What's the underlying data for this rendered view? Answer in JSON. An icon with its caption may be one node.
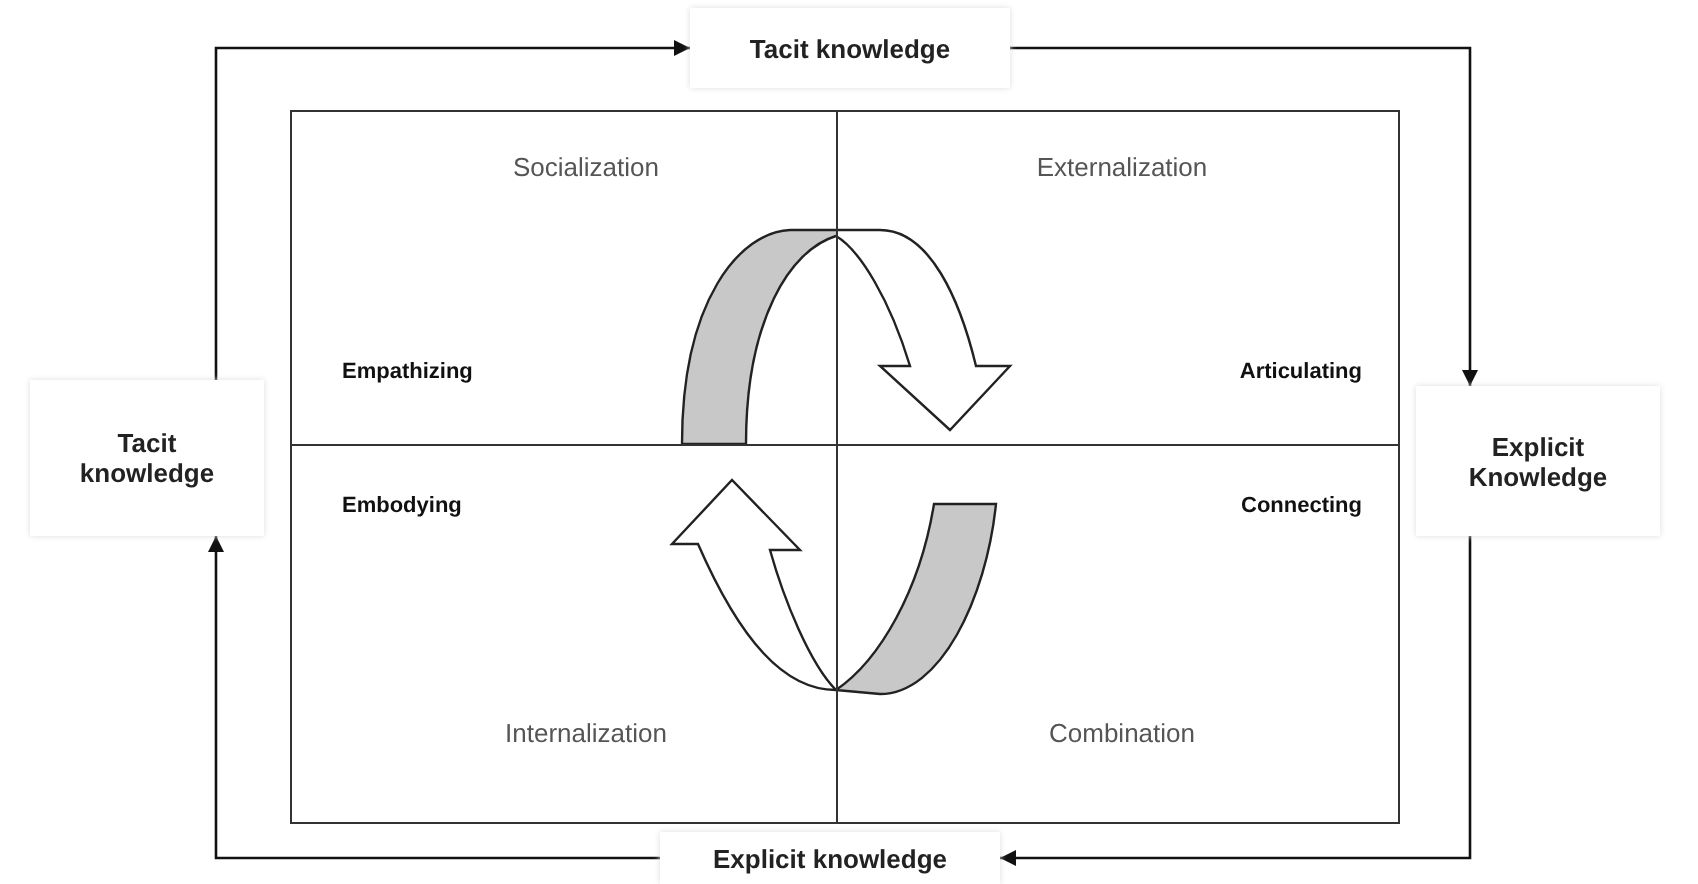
{
  "diagram": {
    "nodes": [
      {
        "text": [
          "Tacit knowledge"
        ]
      },
      {
        "text": [
          "Explicit Knowledge"
        ]
      },
      {
        "text": [
          "Explicit knowledge"
        ]
      },
      {
        "text": [
          "Tacit knowledge"
        ]
      },
      {
        "text": [
          "Socialization",
          "Empathizing"
        ]
      },
      {
        "text": [
          "Externalization",
          "Articulating"
        ]
      },
      {
        "text": [
          "Embodying",
          "Internalization"
        ]
      },
      {
        "text": [
          "Connecting",
          "Combination"
        ]
      }
    ],
    "edges": [
      {
        "from": 3,
        "to": 0,
        "arrow": "to"
      },
      {
        "from": 0,
        "to": 1,
        "arrow": "to"
      },
      {
        "from": 1,
        "to": 2,
        "arrow": "to"
      },
      {
        "from": 2,
        "to": 3,
        "arrow": "to"
      },
      {
        "from": 4,
        "to": 5,
        "arrow": "to",
        "style": "thick"
      },
      {
        "from": 7,
        "to": 6,
        "arrow": "to",
        "style": "thick"
      }
    ]
  }
}
